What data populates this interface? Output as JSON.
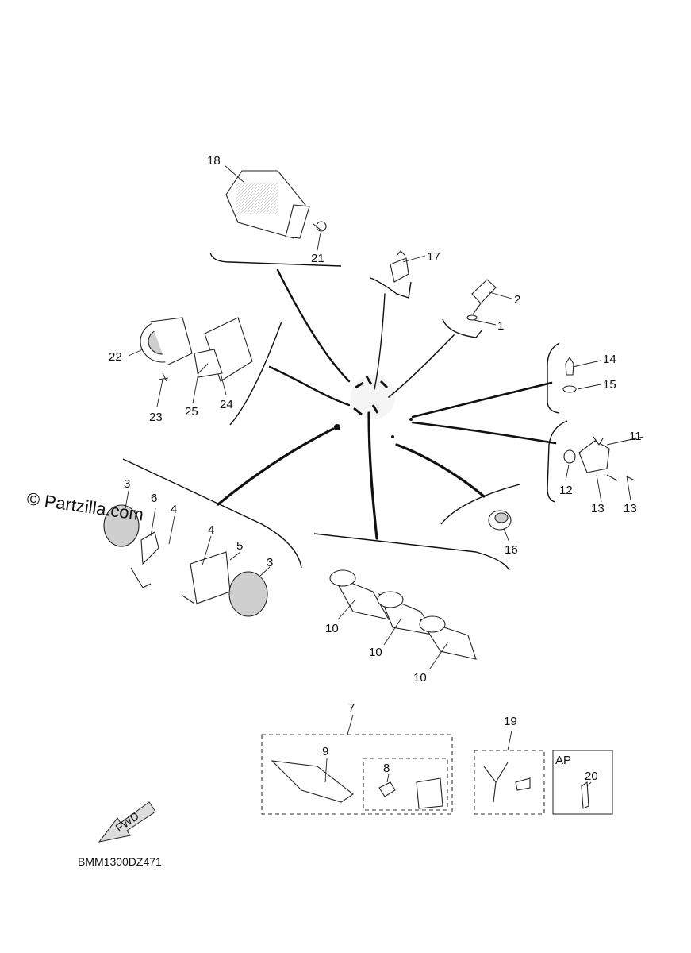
{
  "watermark": "© Partzilla.com",
  "diagram_code": "BMM1300DZ471",
  "fwd_label": "FWD",
  "ap_label": "AP",
  "callouts": {
    "c1": "1",
    "c2": "2",
    "c3a": "3",
    "c3b": "3",
    "c4a": "4",
    "c4b": "4",
    "c5": "5",
    "c6": "6",
    "c7": "7",
    "c8": "8",
    "c9": "9",
    "c10a": "10",
    "c10b": "10",
    "c10c": "10",
    "c11": "11",
    "c12": "12",
    "c13a": "13",
    "c13b": "13",
    "c14": "14",
    "c15": "15",
    "c16": "16",
    "c17": "17",
    "c18": "18",
    "c19": "19",
    "c20": "20",
    "c21": "21",
    "c22": "22",
    "c23": "23",
    "c24": "24",
    "c25": "25"
  }
}
